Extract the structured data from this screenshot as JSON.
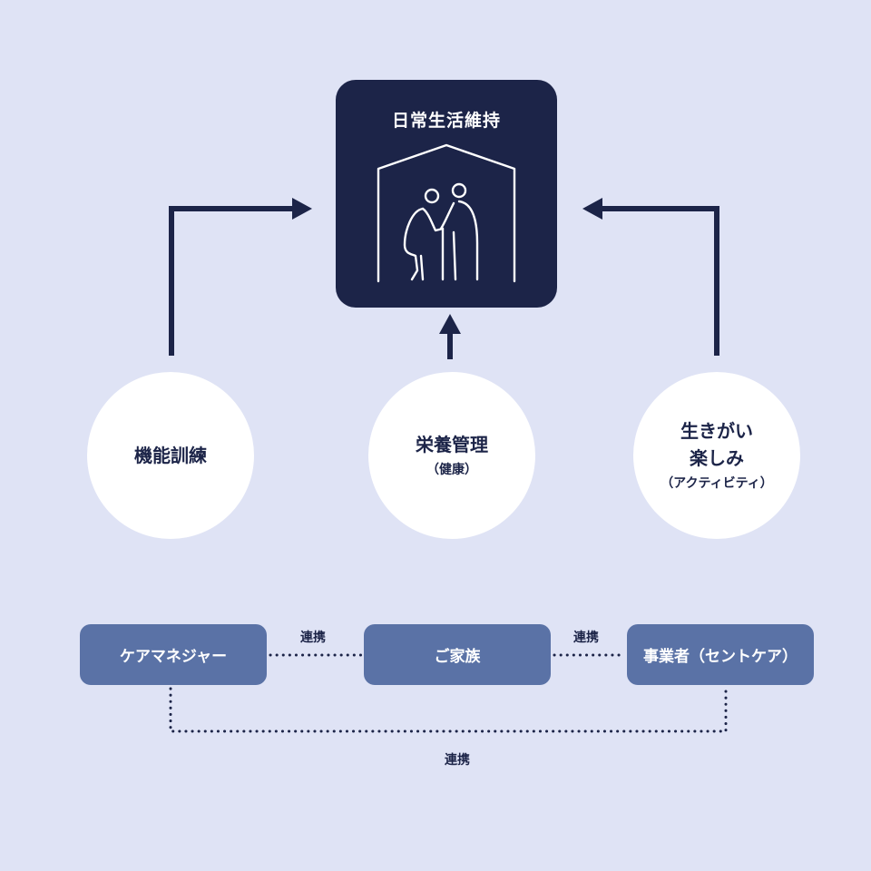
{
  "goal": {
    "title": "日常生活維持",
    "icon": "elderly-couple-house-icon"
  },
  "factors": [
    {
      "label": "機能訓練"
    },
    {
      "label": "栄養管理",
      "sub": "（健康）"
    },
    {
      "label_line1": "生きがい",
      "label_line2": "楽しみ",
      "sub": "（アクティビティ）"
    }
  ],
  "parties": [
    {
      "label": "ケアマネジャー"
    },
    {
      "label": "ご家族"
    },
    {
      "label": "事業者（セントケア）"
    }
  ],
  "links": {
    "left": "連携",
    "right": "連携",
    "bottom": "連携"
  },
  "colors": {
    "background": "#dfe3f5",
    "navy": "#1c2448",
    "pill": "#5a72a6",
    "white": "#ffffff"
  }
}
